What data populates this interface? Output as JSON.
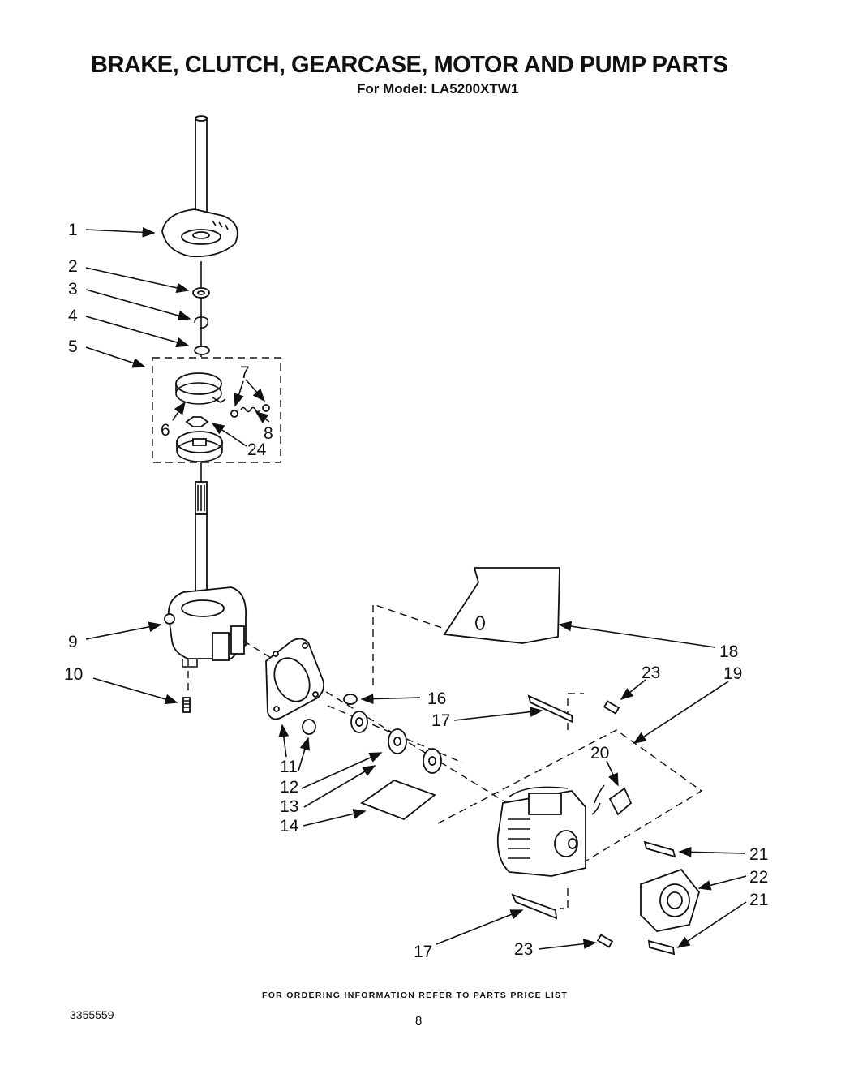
{
  "header": {
    "title": "BRAKE, CLUTCH, GEARCASE, MOTOR AND PUMP PARTS",
    "subtitle": "For Model: LA5200XTW1"
  },
  "callouts": {
    "c1": "1",
    "c2": "2",
    "c3": "3",
    "c4": "4",
    "c5": "5",
    "c6": "6",
    "c7": "7",
    "c8": "8",
    "c24": "24",
    "c9": "9",
    "c10": "10",
    "c11": "11",
    "c12": "12",
    "c13": "13",
    "c14": "14",
    "c16": "16",
    "c17a": "17",
    "c17b": "17",
    "c18": "18",
    "c19": "19",
    "c20": "20",
    "c21a": "21",
    "c21b": "21",
    "c22": "22",
    "c23a": "23",
    "c23b": "23"
  },
  "footer": {
    "ordering_note": "FOR ORDERING INFORMATION REFER TO PARTS PRICE LIST",
    "doc_number": "3355559",
    "page_number": "8"
  }
}
